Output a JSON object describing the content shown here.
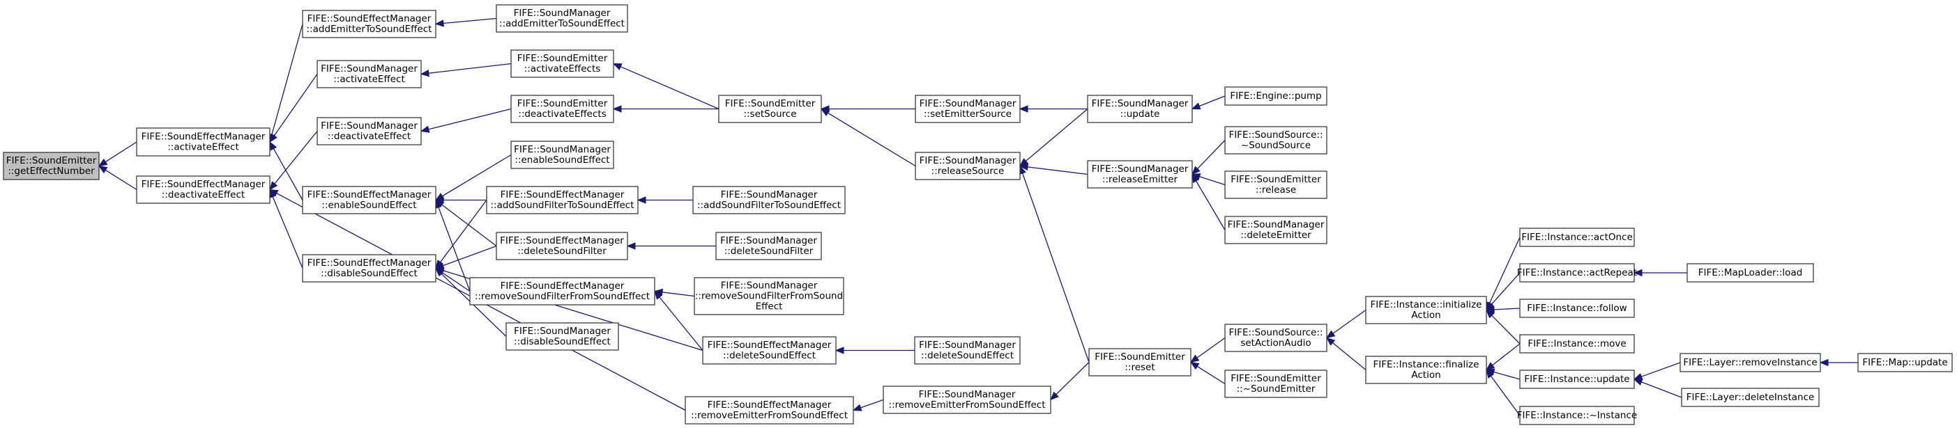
{
  "colors": {
    "edge": "#191970",
    "node_border": "#3a3a3a",
    "focus_fill": "#bfbfbf",
    "node_fill": "#ffffff"
  },
  "nodes": [
    {
      "id": "getEffectNumber",
      "lines": [
        "FIFE::SoundEmitter",
        "::getEffectNumber"
      ],
      "focus": true
    },
    {
      "id": "sem_activateEffect",
      "lines": [
        "FIFE::SoundEffectManager",
        "::activateEffect"
      ]
    },
    {
      "id": "sem_deactivateEffect",
      "lines": [
        "FIFE::SoundEffectManager",
        "::deactivateEffect"
      ]
    },
    {
      "id": "sem_addEmitterToSoundEffect",
      "lines": [
        "FIFE::SoundEffectManager",
        "::addEmitterToSoundEffect"
      ]
    },
    {
      "id": "sm_activateEffect",
      "lines": [
        "FIFE::SoundManager",
        "::activateEffect"
      ]
    },
    {
      "id": "sm_deactivateEffect",
      "lines": [
        "FIFE::SoundManager",
        "::deactivateEffect"
      ]
    },
    {
      "id": "sem_enableSoundEffect",
      "lines": [
        "FIFE::SoundEffectManager",
        "::enableSoundEffect"
      ]
    },
    {
      "id": "sem_disableSoundEffect",
      "lines": [
        "FIFE::SoundEffectManager",
        "::disableSoundEffect"
      ]
    },
    {
      "id": "sem_removeEmitterFromSoundEffect",
      "lines": [
        "FIFE::SoundEffectManager",
        "::removeEmitterFromSoundEffect"
      ]
    },
    {
      "id": "sm_addEmitterToSoundEffect",
      "lines": [
        "FIFE::SoundManager",
        "::addEmitterToSoundEffect"
      ]
    },
    {
      "id": "se_activateEffects",
      "lines": [
        "FIFE::SoundEmitter",
        "::activateEffects"
      ]
    },
    {
      "id": "se_deactivateEffects",
      "lines": [
        "FIFE::SoundEmitter",
        "::deactivateEffects"
      ]
    },
    {
      "id": "sm_enableSoundEffect",
      "lines": [
        "FIFE::SoundManager",
        "::enableSoundEffect"
      ]
    },
    {
      "id": "sem_addSoundFilterToSoundEffect",
      "lines": [
        "FIFE::SoundEffectManager",
        "::addSoundFilterToSoundEffect"
      ]
    },
    {
      "id": "sem_deleteSoundFilter",
      "lines": [
        "FIFE::SoundEffectManager",
        "::deleteSoundFilter"
      ]
    },
    {
      "id": "sem_removeSoundFilterFromSoundEffect",
      "lines": [
        "FIFE::SoundEffectManager",
        "::removeSoundFilterFromSoundEffect"
      ]
    },
    {
      "id": "sm_disableSoundEffect",
      "lines": [
        "FIFE::SoundManager",
        "::disableSoundEffect"
      ]
    },
    {
      "id": "sm_addSoundFilterToSoundEffect",
      "lines": [
        "FIFE::SoundManager",
        "::addSoundFilterToSoundEffect"
      ]
    },
    {
      "id": "sm_deleteSoundFilter",
      "lines": [
        "FIFE::SoundManager",
        "::deleteSoundFilter"
      ]
    },
    {
      "id": "sm_removeSoundFilterFromSoundEffect",
      "lines": [
        "FIFE::SoundManager",
        "::removeSoundFilterFromSound",
        "Effect"
      ]
    },
    {
      "id": "sem_deleteSoundEffect",
      "lines": [
        "FIFE::SoundEffectManager",
        "::deleteSoundEffect"
      ]
    },
    {
      "id": "sm_removeEmitterFromSoundEffect",
      "lines": [
        "FIFE::SoundManager",
        "::removeEmitterFromSoundEffect"
      ]
    },
    {
      "id": "se_setSource",
      "lines": [
        "FIFE::SoundEmitter",
        "::setSource"
      ]
    },
    {
      "id": "sm_deleteSoundEffect",
      "lines": [
        "FIFE::SoundManager",
        "::deleteSoundEffect"
      ]
    },
    {
      "id": "sm_setEmitterSource",
      "lines": [
        "FIFE::SoundManager",
        "::setEmitterSource"
      ]
    },
    {
      "id": "sm_releaseSource",
      "lines": [
        "FIFE::SoundManager",
        "::releaseSource"
      ]
    },
    {
      "id": "sm_update",
      "lines": [
        "FIFE::SoundManager",
        "::update"
      ]
    },
    {
      "id": "sm_releaseEmitter",
      "lines": [
        "FIFE::SoundManager",
        "::releaseEmitter"
      ]
    },
    {
      "id": "se_reset",
      "lines": [
        "FIFE::SoundEmitter",
        "::reset"
      ]
    },
    {
      "id": "engine_pump",
      "lines": [
        "FIFE::Engine::pump"
      ]
    },
    {
      "id": "ss_dtor",
      "lines": [
        "FIFE::SoundSource::",
        "~SoundSource"
      ]
    },
    {
      "id": "se_release",
      "lines": [
        "FIFE::SoundEmitter",
        "::release"
      ]
    },
    {
      "id": "sm_deleteEmitter",
      "lines": [
        "FIFE::SoundManager",
        "::deleteEmitter"
      ]
    },
    {
      "id": "ss_setActionAudio",
      "lines": [
        "FIFE::SoundSource::",
        "setActionAudio"
      ]
    },
    {
      "id": "se_dtor",
      "lines": [
        "FIFE::SoundEmitter",
        "::~SoundEmitter"
      ]
    },
    {
      "id": "inst_initializeAction",
      "lines": [
        "FIFE::Instance::initialize",
        "Action"
      ]
    },
    {
      "id": "inst_finalizeAction",
      "lines": [
        "FIFE::Instance::finalize",
        "Action"
      ]
    },
    {
      "id": "inst_actOnce",
      "lines": [
        "FIFE::Instance::actOnce"
      ]
    },
    {
      "id": "inst_actRepeat",
      "lines": [
        "FIFE::Instance::actRepeat"
      ]
    },
    {
      "id": "inst_follow",
      "lines": [
        "FIFE::Instance::follow"
      ]
    },
    {
      "id": "inst_move",
      "lines": [
        "FIFE::Instance::move"
      ]
    },
    {
      "id": "inst_update",
      "lines": [
        "FIFE::Instance::update"
      ]
    },
    {
      "id": "inst_dtor",
      "lines": [
        "FIFE::Instance::~Instance"
      ]
    },
    {
      "id": "maploader_load",
      "lines": [
        "FIFE::MapLoader::load"
      ]
    },
    {
      "id": "layer_removeInstance",
      "lines": [
        "FIFE::Layer::removeInstance"
      ]
    },
    {
      "id": "layer_deleteInstance",
      "lines": [
        "FIFE::Layer::deleteInstance"
      ]
    },
    {
      "id": "map_update",
      "lines": [
        "FIFE::Map::update"
      ]
    }
  ],
  "edges": [
    [
      "sem_activateEffect",
      "getEffectNumber"
    ],
    [
      "sem_deactivateEffect",
      "getEffectNumber"
    ],
    [
      "sem_addEmitterToSoundEffect",
      "sem_activateEffect"
    ],
    [
      "sm_activateEffect",
      "sem_activateEffect"
    ],
    [
      "sem_enableSoundEffect",
      "sem_activateEffect"
    ],
    [
      "sm_deactivateEffect",
      "sem_deactivateEffect"
    ],
    [
      "sem_disableSoundEffect",
      "sem_deactivateEffect"
    ],
    [
      "sem_removeEmitterFromSoundEffect",
      "sem_deactivateEffect"
    ],
    [
      "sm_addEmitterToSoundEffect",
      "sem_addEmitterToSoundEffect"
    ],
    [
      "se_activateEffects",
      "sm_activateEffect"
    ],
    [
      "se_deactivateEffects",
      "sm_deactivateEffect"
    ],
    [
      "sm_enableSoundEffect",
      "sem_enableSoundEffect"
    ],
    [
      "sem_addSoundFilterToSoundEffect",
      "sem_enableSoundEffect"
    ],
    [
      "sem_deleteSoundFilter",
      "sem_enableSoundEffect"
    ],
    [
      "sem_removeSoundFilterFromSoundEffect",
      "sem_enableSoundEffect"
    ],
    [
      "sem_addSoundFilterToSoundEffect",
      "sem_disableSoundEffect"
    ],
    [
      "sem_deleteSoundFilter",
      "sem_disableSoundEffect"
    ],
    [
      "sem_removeSoundFilterFromSoundEffect",
      "sem_disableSoundEffect"
    ],
    [
      "sm_disableSoundEffect",
      "sem_disableSoundEffect"
    ],
    [
      "sem_deleteSoundEffect",
      "sem_disableSoundEffect"
    ],
    [
      "sm_addSoundFilterToSoundEffect",
      "sem_addSoundFilterToSoundEffect"
    ],
    [
      "sm_deleteSoundFilter",
      "sem_deleteSoundFilter"
    ],
    [
      "sm_removeSoundFilterFromSoundEffect",
      "sem_removeSoundFilterFromSoundEffect"
    ],
    [
      "sem_deleteSoundEffect",
      "sem_removeSoundFilterFromSoundEffect"
    ],
    [
      "sm_deleteSoundEffect",
      "sem_deleteSoundEffect"
    ],
    [
      "sm_removeEmitterFromSoundEffect",
      "sem_removeEmitterFromSoundEffect"
    ],
    [
      "se_setSource",
      "se_activateEffects"
    ],
    [
      "se_setSource",
      "se_deactivateEffects"
    ],
    [
      "sm_setEmitterSource",
      "se_setSource"
    ],
    [
      "sm_releaseSource",
      "se_setSource"
    ],
    [
      "sm_update",
      "sm_setEmitterSource"
    ],
    [
      "sm_update",
      "sm_releaseSource"
    ],
    [
      "sm_releaseEmitter",
      "sm_releaseSource"
    ],
    [
      "se_reset",
      "sm_releaseSource"
    ],
    [
      "se_reset",
      "sm_removeEmitterFromSoundEffect"
    ],
    [
      "engine_pump",
      "sm_update"
    ],
    [
      "ss_dtor",
      "sm_releaseEmitter"
    ],
    [
      "se_release",
      "sm_releaseEmitter"
    ],
    [
      "sm_deleteEmitter",
      "sm_releaseEmitter"
    ],
    [
      "ss_setActionAudio",
      "se_reset"
    ],
    [
      "se_dtor",
      "se_reset"
    ],
    [
      "inst_initializeAction",
      "ss_setActionAudio"
    ],
    [
      "inst_finalizeAction",
      "ss_setActionAudio"
    ],
    [
      "inst_actOnce",
      "inst_initializeAction"
    ],
    [
      "inst_actRepeat",
      "inst_initializeAction"
    ],
    [
      "inst_follow",
      "inst_initializeAction"
    ],
    [
      "inst_move",
      "inst_initializeAction"
    ],
    [
      "inst_move",
      "inst_finalizeAction"
    ],
    [
      "inst_update",
      "inst_finalizeAction"
    ],
    [
      "inst_dtor",
      "inst_finalizeAction"
    ],
    [
      "maploader_load",
      "inst_actRepeat"
    ],
    [
      "layer_removeInstance",
      "inst_update"
    ],
    [
      "layer_deleteInstance",
      "inst_update"
    ],
    [
      "map_update",
      "layer_removeInstance"
    ]
  ]
}
